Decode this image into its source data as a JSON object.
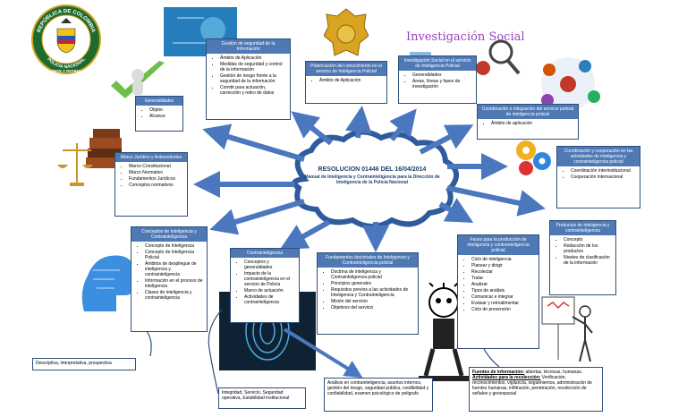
{
  "center": {
    "title": "RESOLUCION 01446 DEL 16/04/2014",
    "subtitle": "Manual de Inteligencia y Contrainteligencia para la Dirección de Inteligencia de la Policía Nacional"
  },
  "seal": {
    "line1": "REPÚBLICA DE COLOMBIA",
    "line2": "POLICÍA NACIONAL",
    "line3": "DIOS Y PATRIA"
  },
  "picture_text": {
    "investigacion_social": "Investigación Social"
  },
  "boxes": {
    "generalidades": {
      "title": "Generalidades",
      "items": [
        "Objeto",
        "Alcance"
      ]
    },
    "gestion": {
      "title": "Gestión de seguridad de la Información",
      "items": [
        "Ámbito de Aplicación",
        "Medidas de seguridad y control de la información",
        "Gestión de riesgo frente a la seguridad de la información",
        "Comité para actuación, corrección y retiro de datos"
      ]
    },
    "potenciacion": {
      "title": "Potenciación del conocimiento en el servicio de Inteligencia Policial",
      "items": [
        "Ámbito de Aplicación"
      ]
    },
    "investigacion": {
      "title": "Investigación Social en el servicio de Inteligencia Policial",
      "items": [
        "Generalidades",
        "Áreas, líneas y fases de investigación"
      ]
    },
    "coord_integracion": {
      "title": "Coordinación e integración del servicio policial de inteligencia policial",
      "items": [
        "Ámbito de aplicación"
      ]
    },
    "coord_cooperacion": {
      "title": "Coordinación y cooperación en las actividades de inteligencia y contrainteligencia policial",
      "items": [
        "Coordinación interinstitucional",
        "Cooperación internacional"
      ]
    },
    "marco": {
      "title": "Marco Jurídico y Antecedentes",
      "items": [
        "Marco Constitucional",
        "Marco Normativo",
        "Fundamentos Jurídicos",
        "Conceptos normativos"
      ]
    },
    "productos": {
      "title": "Productos de inteligencia y contrainteligencia",
      "items": [
        "Concepto",
        "Redacción de los productos",
        "Niveles de clasificación de la información"
      ]
    },
    "conceptos": {
      "title": "Conceptos de Inteligencia y Contrainteligencia",
      "items": [
        "Concepto de Inteligencia",
        "Concepto de Inteligencia Policial",
        "Ámbitos de despliegue de inteligencia y contrainteligencia",
        "Información en el proceso de inteligencia",
        "Clases de inteligencia y contrainteligencia"
      ]
    },
    "contrainteligencia": {
      "title": "Contrainteligencia",
      "items": [
        "Conceptos y generalidades",
        "Impacto de la contrainteligencia en el servicio de Policía",
        "Marco de actuación",
        "Actividades de contrainteligencia"
      ]
    },
    "fundamentos": {
      "title": "Fundamentos doctrinales de Inteligencia y Contrainteligencia policial",
      "items": [
        "Doctrina de inteligencia y Contrainteligencia policial",
        "Principios generales",
        "Requisitos previos a las actividades de Inteligencia y Contrainteligencia",
        "Misión del servicio",
        "Objetivos del servicio"
      ]
    },
    "fases": {
      "title": "Fases para la producción de inteligencia y contrainteligencia policial",
      "items": [
        "Ciclo de inteligencia",
        "Planear y dirigir",
        "Recolectar",
        "Tratar",
        "Analizar",
        "Tipos de análisis",
        "Comunicar e integrar",
        "Evaluar y retroalimentar",
        "Ciclo de prevención"
      ]
    }
  },
  "notes": {
    "descriptiva": "Descriptiva, interpretativa, prospectiva",
    "integridad": "Integridad, Servicio, Seguridad operativa, Estabilidad institucional",
    "analisis": "Análisis en contrainteligencia, asuntos internos, gestión del riesgo, seguridad pública, credibilidad y confiabilidad, examen psicológico de poligrafo",
    "fuentes_label": "Fuentes de información:",
    "fuentes_text": " abiertas, técnicas, humanas.",
    "actividades_label": "Actividades para la recolección:",
    "actividades_text": " Verificación, reconocimientos, vigilancia, seguimientos, administración de fuentes humanas, infiltración, penetración, recolección de señales y geoespacial"
  },
  "colors": {
    "header": "#4f79b5",
    "arrow": "#4a77bd",
    "cloud": "#2f5a9c",
    "border": "#2e4f7a"
  }
}
